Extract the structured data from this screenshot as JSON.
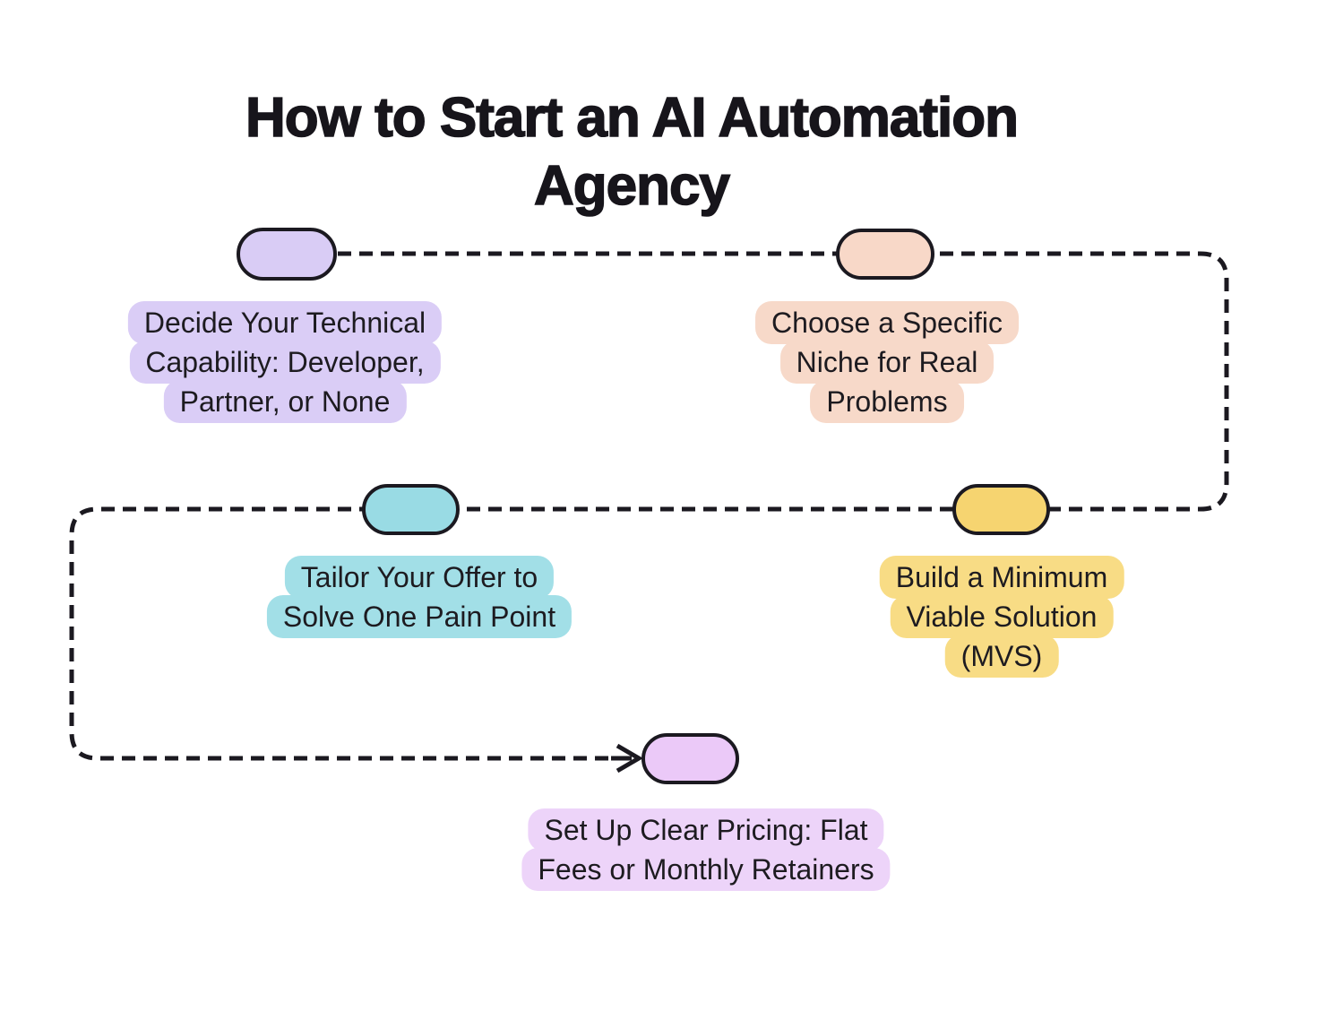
{
  "title": {
    "full": "How to Start an AI Automation Agency",
    "lines": [
      "How to Start an AI Automation",
      "Agency"
    ]
  },
  "connector": {
    "style": "dashed",
    "color": "#1b1920"
  },
  "pill_border_color": "#1b1920",
  "text_color": "#1d1b20",
  "background_color": "#ffffff",
  "steps": [
    {
      "order": 1,
      "name": "Decide Your Technical Capability: Developer, Partner, or None",
      "lines": [
        "Decide Your Technical",
        "Capability: Developer,",
        "Partner, or None"
      ],
      "pill_color": "#d9ccf5",
      "label_color": "#dacdf6"
    },
    {
      "order": 2,
      "name": "Choose a Specific Niche for Real Problems",
      "lines": [
        "Choose a Specific",
        "Niche for Real",
        "Problems"
      ],
      "pill_color": "#f8d8c8",
      "label_color": "#f7d9c9"
    },
    {
      "order": 3,
      "name": "Tailor Your Offer to Solve One Pain Point",
      "lines": [
        "Tailor Your Offer to",
        "Solve One Pain Point"
      ],
      "pill_color": "#99dbe4",
      "label_color": "#a2dfe7"
    },
    {
      "order": 4,
      "name": "Build a Minimum Viable Solution (MVS)",
      "lines": [
        "Build a Minimum",
        "Viable Solution",
        "(MVS)"
      ],
      "pill_color": "#f6d470",
      "label_color": "#f8dc85"
    },
    {
      "order": 5,
      "name": "Set Up Clear Pricing: Flat Fees or Monthly Retainers",
      "lines": [
        "Set Up Clear Pricing: Flat",
        "Fees or Monthly Retainers"
      ],
      "pill_color": "#ebc9f8",
      "label_color": "#edd4f9"
    }
  ]
}
